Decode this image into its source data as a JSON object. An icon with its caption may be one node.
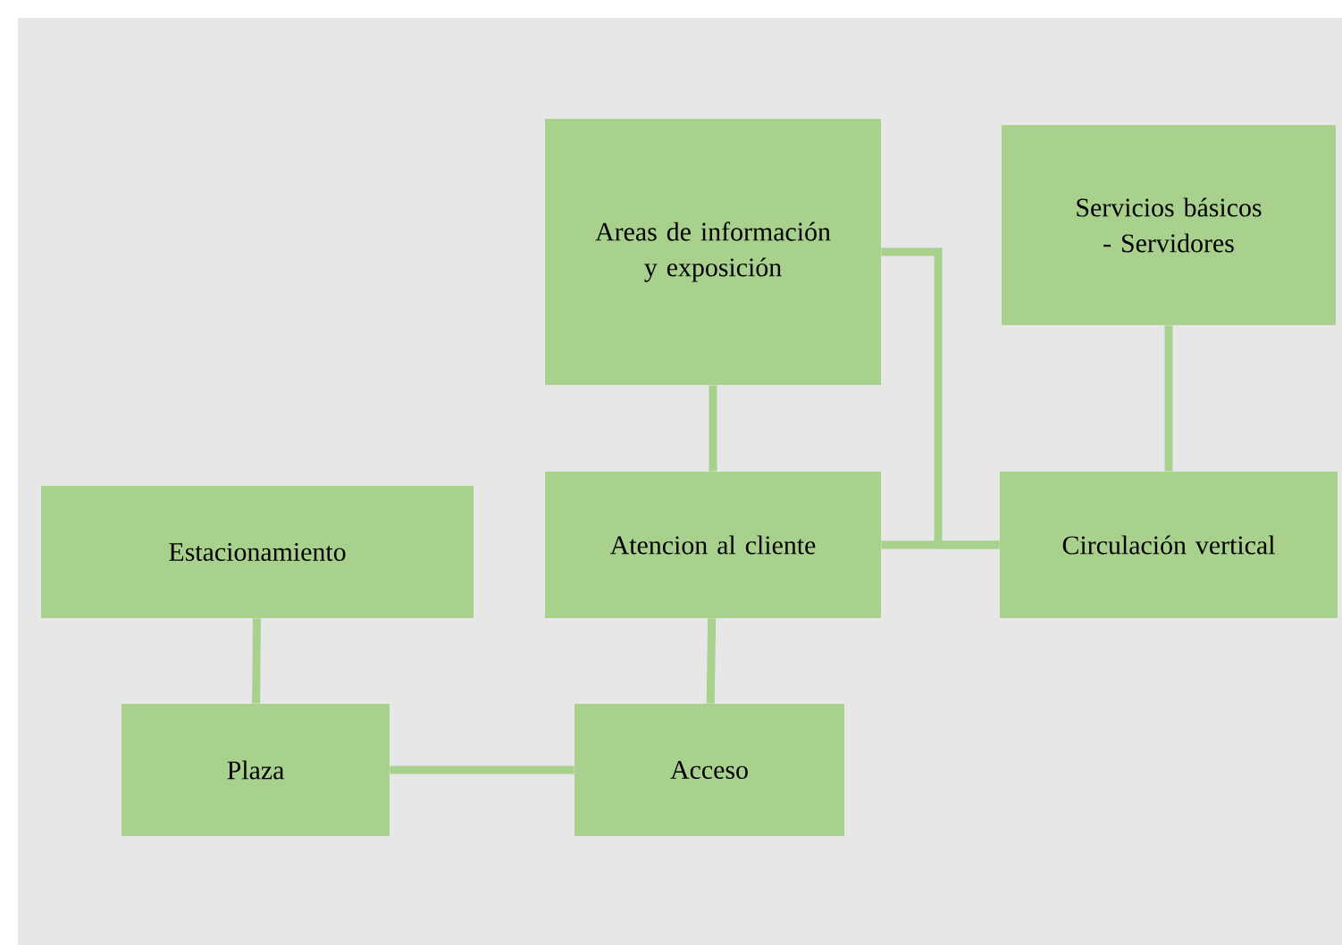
{
  "diagram": {
    "nodes": [
      {
        "text": [
          "Areas de información y exposición"
        ]
      },
      {
        "text": [
          "Servicios básicos - Servidores"
        ]
      },
      {
        "text": [
          "Estacionamiento"
        ]
      },
      {
        "text": [
          "Atencion al cliente"
        ]
      },
      {
        "text": [
          "Circulación vertical"
        ]
      },
      {
        "text": [
          "Plaza"
        ]
      },
      {
        "text": [
          "Acceso"
        ]
      }
    ],
    "edges": [
      {
        "from": 2,
        "to": 5,
        "arrow": "none"
      },
      {
        "from": 5,
        "to": 6,
        "arrow": "none"
      },
      {
        "from": 6,
        "to": 3,
        "arrow": "none"
      },
      {
        "from": 3,
        "to": 0,
        "arrow": "none"
      },
      {
        "from": 3,
        "to": 4,
        "arrow": "none"
      },
      {
        "from": 0,
        "to": 4,
        "arrow": "none"
      },
      {
        "from": 1,
        "to": 4,
        "arrow": "none"
      }
    ]
  }
}
